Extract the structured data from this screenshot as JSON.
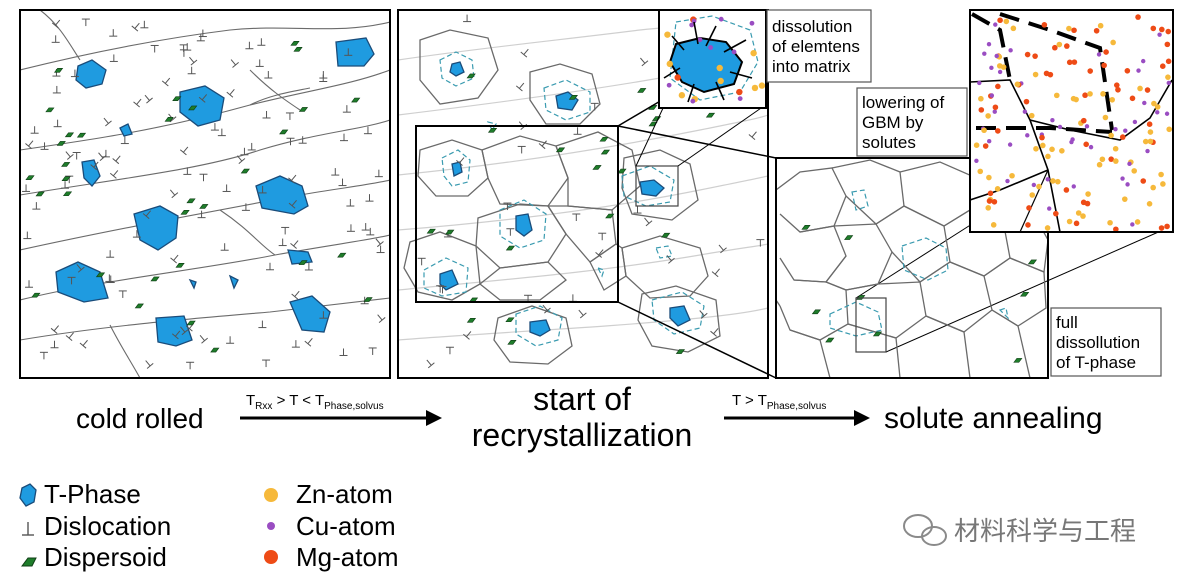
{
  "stages": {
    "cold_rolled": "cold rolled",
    "recryst_1": "start of",
    "recryst_2": "recrystallization",
    "solute": "solute annealing"
  },
  "arrows": {
    "a1_T_rxx": "T",
    "a1_rxx_sub": "Rxx",
    "a1_mid": " > T < T",
    "a1_phase_sub": "Phase,solvus",
    "a2_T": "T > T",
    "a2_phase_sub": "Phase,solvus"
  },
  "callouts": {
    "dissolution": [
      "dissolution",
      "of elemtens",
      "into matrix"
    ],
    "gbm": [
      "lowering of",
      "GBM by",
      "solutes"
    ],
    "full": [
      "full",
      "dissollution",
      "of T-phase"
    ]
  },
  "legend": [
    {
      "label": "T-Phase",
      "icon": "t-phase-icon"
    },
    {
      "label": "Dislocation",
      "icon": "dislocation-icon"
    },
    {
      "label": "Dispersoid",
      "icon": "dispersoid-icon"
    },
    {
      "label": "Zn-atom",
      "icon": "zn-atom-icon",
      "color": "#f6b93b"
    },
    {
      "label": "Cu-atom",
      "icon": "cu-atom-icon",
      "color": "#9a4dc2"
    },
    {
      "label": "Mg-atom",
      "icon": "mg-atom-icon",
      "color": "#ee4b16"
    }
  ],
  "watermark": "材料科学与工程",
  "colors": {
    "t_phase": "#1f9be0",
    "dispersoid": "#1e7d2a",
    "dashed": "#3a9bb0"
  }
}
